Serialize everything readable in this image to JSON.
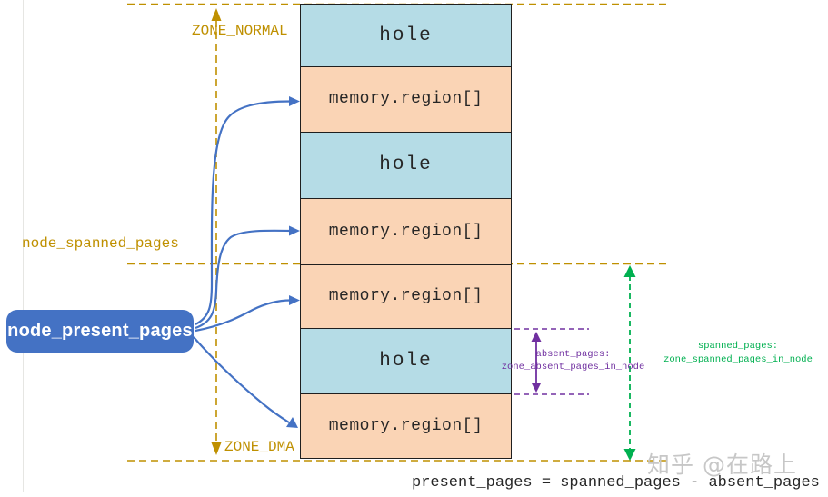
{
  "labels": {
    "zone_normal": "ZONE_NORMAL",
    "node_spanned_pages": "node_spanned_pages",
    "zone_dma": "ZONE_DMA",
    "node_present_pages": "node_present_pages"
  },
  "stack": {
    "boxes": [
      {
        "type": "hole",
        "label": "hole"
      },
      {
        "type": "region",
        "label": "memory.region[]"
      },
      {
        "type": "hole",
        "label": "hole"
      },
      {
        "type": "region",
        "label": "memory.region[]"
      },
      {
        "type": "region",
        "label": "memory.region[]"
      },
      {
        "type": "hole",
        "label": "hole"
      },
      {
        "type": "region",
        "label": "memory.region[]"
      }
    ]
  },
  "annotations": {
    "absent": {
      "line1": "absent_pages:",
      "line2": "zone_absent_pages_in_node"
    },
    "spanned": {
      "line1": "spanned_pages:",
      "line2": "zone_spanned_pages_in_node"
    }
  },
  "formula": "present_pages = spanned_pages - absent_pages",
  "watermark": "知乎 @在路上",
  "colors": {
    "gold": "#BF9000",
    "arrow-blue": "#4472C4",
    "button-blue": "#4472C4",
    "green": "#00B050",
    "purple": "#7030A0",
    "hole-fill": "#B5DCE6",
    "region-fill": "#FAD4B5",
    "box-border": "#1F1F1F",
    "text-dark": "#262626",
    "watermark-gray": "#C7C7C7"
  }
}
